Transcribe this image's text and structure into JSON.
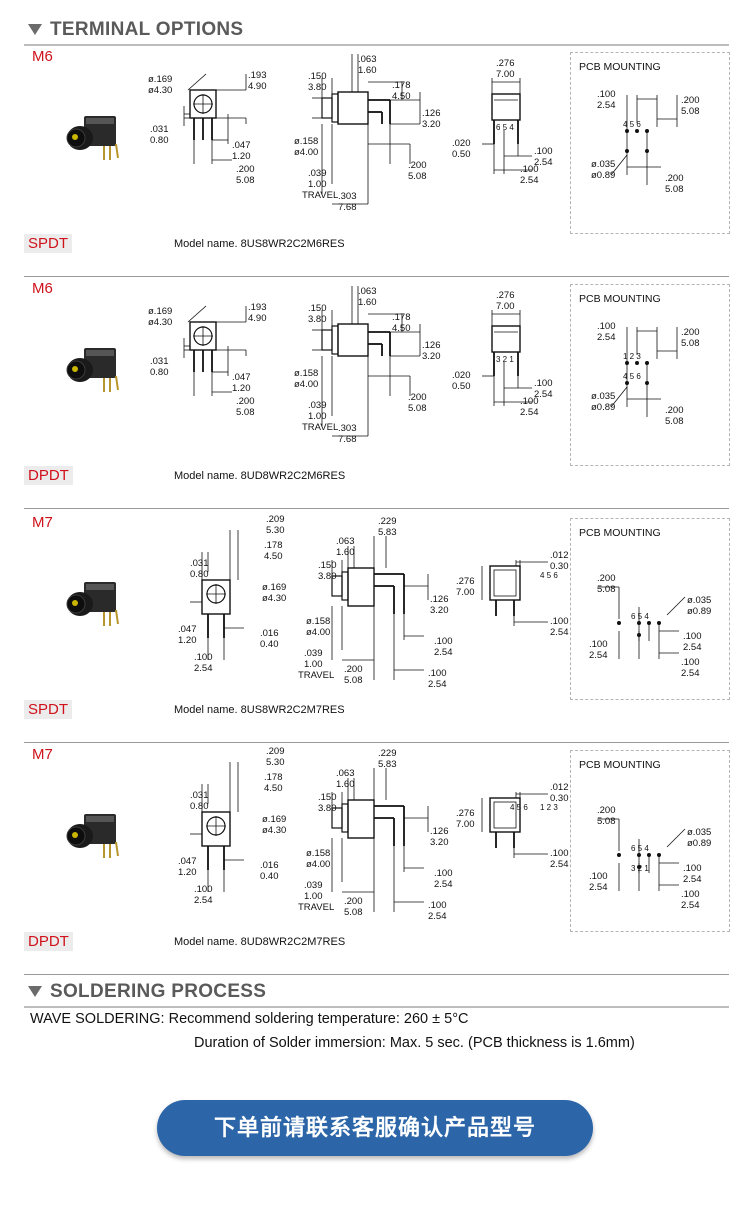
{
  "terminal_section": {
    "title": "TERMINAL OPTIONS"
  },
  "rows": [
    {
      "code": "M6",
      "pole": "SPDT",
      "model": "Model name. 8US8WR2C2M6RES",
      "pcb_title": "PCB MOUNTING",
      "front": {
        "a": ".193",
        "a2": "4.90",
        "b": "ø.169",
        "b2": "ø4.30",
        "c": ".031",
        "c2": "0.80",
        "d": ".047",
        "d2": "1.20",
        "e": ".200",
        "e2": "5.08"
      },
      "side": {
        "a": ".063",
        "a2": "1.60",
        "b": ".150",
        "b2": "3.80",
        "c": ".178",
        "c2": "4.50",
        "d": ".126",
        "d2": "3.20",
        "e": "ø.158",
        "e2": "ø4.00",
        "f": ".039",
        "f2": "1.00",
        "g": "TRAVEL",
        "h": ".303",
        "h2": "7.68",
        "i": ".200",
        "i2": "5.08"
      },
      "end": {
        "a": ".276",
        "a2": "7.00",
        "b": ".020",
        "b2": "0.50",
        "c": ".100",
        "c2": "2.54",
        "d": ".100",
        "d2": "2.54",
        "pins": "6 5 4"
      },
      "pcb": {
        "a": ".100",
        "a2": "2.54",
        "b": ".200",
        "b2": "5.08",
        "c": "ø.035",
        "c2": "ø0.89",
        "d": ".200",
        "d2": "5.08",
        "pins1": "4 5 6",
        "pins2": ""
      }
    },
    {
      "code": "M6",
      "pole": "DPDT",
      "model": "Model name. 8UD8WR2C2M6RES",
      "pcb_title": "PCB MOUNTING",
      "front": {
        "a": ".193",
        "a2": "4.90",
        "b": "ø.169",
        "b2": "ø4.30",
        "c": ".031",
        "c2": "0.80",
        "d": ".047",
        "d2": "1.20",
        "e": ".200",
        "e2": "5.08"
      },
      "side": {
        "a": ".063",
        "a2": "1.60",
        "b": ".150",
        "b2": "3.80",
        "c": ".178",
        "c2": "4.50",
        "d": ".126",
        "d2": "3.20",
        "e": "ø.158",
        "e2": "ø4.00",
        "f": ".039",
        "f2": "1.00",
        "g": "TRAVEL",
        "h": ".303",
        "h2": "7.68",
        "i": ".200",
        "i2": "5.08"
      },
      "end": {
        "a": ".276",
        "a2": "7.00",
        "b": ".020",
        "b2": "0.50",
        "c": ".100",
        "c2": "2.54",
        "d": ".100",
        "d2": "2.54",
        "pins": "3 2 1"
      },
      "pcb": {
        "a": ".100",
        "a2": "2.54",
        "b": ".200",
        "b2": "5.08",
        "c": "ø.035",
        "c2": "ø0.89",
        "d": ".200",
        "d2": "5.08",
        "pins1": "1 2 3",
        "pins2": "4 5 6"
      }
    },
    {
      "code": "M7",
      "pole": "SPDT",
      "model": "Model name. 8US8WR2C2M7RES",
      "pcb_title": "PCB MOUNTING",
      "front": {
        "a": ".209",
        "a2": "5.30",
        "b": ".178",
        "b2": "4.50",
        "c": ".031",
        "c2": "0.80",
        "d": "ø.169",
        "d2": "ø4.30",
        "e": ".047",
        "e2": "1.20",
        "f": ".016",
        "f2": "0.40",
        "g": ".100",
        "g2": "2.54"
      },
      "side": {
        "a": ".229",
        "a2": "5.83",
        "b": ".063",
        "b2": "1.60",
        "c": ".150",
        "c2": "3.80",
        "d": ".126",
        "d2": "3.20",
        "e": "ø.158",
        "e2": "ø4.00",
        "f": ".039",
        "f2": "1.00",
        "g": "TRAVEL",
        "h": ".200",
        "h2": "5.08",
        "i": ".100",
        "i2": "2.54",
        "j": ".100",
        "j2": "2.54"
      },
      "end": {
        "a": ".012",
        "a2": "0.30",
        "b": ".276",
        "b2": "7.00",
        "c": ".100",
        "c2": "2.54",
        "pins": "4 5 6"
      },
      "pcb": {
        "a": ".200",
        "a2": "5.08",
        "b": "ø.035",
        "b2": "ø0.89",
        "c": ".100",
        "c2": "2.54",
        "d": ".100",
        "d2": "2.54",
        "e": ".100",
        "e2": "2.54",
        "pins1": "6 5 4",
        "pins2": ""
      }
    },
    {
      "code": "M7",
      "pole": "DPDT",
      "model": "Model name. 8UD8WR2C2M7RES",
      "pcb_title": "PCB MOUNTING",
      "front": {
        "a": ".209",
        "a2": "5.30",
        "b": ".178",
        "b2": "4.50",
        "c": ".031",
        "c2": "0.80",
        "d": "ø.169",
        "d2": "ø4.30",
        "e": ".047",
        "e2": "1.20",
        "f": ".016",
        "f2": "0.40",
        "g": ".100",
        "g2": "2.54"
      },
      "side": {
        "a": ".229",
        "a2": "5.83",
        "b": ".063",
        "b2": "1.60",
        "c": ".150",
        "c2": "3.80",
        "d": ".126",
        "d2": "3.20",
        "e": "ø.158",
        "e2": "ø4.00",
        "f": ".039",
        "f2": "1.00",
        "g": "TRAVEL",
        "h": ".200",
        "h2": "5.08",
        "i": ".100",
        "i2": "2.54",
        "j": ".100",
        "j2": "2.54"
      },
      "end": {
        "a": ".012",
        "a2": "0.30",
        "b": ".276",
        "b2": "7.00",
        "c": ".100",
        "c2": "2.54",
        "pins": "1 2 3",
        "pins_b": "4 5 6"
      },
      "pcb": {
        "a": ".200",
        "a2": "5.08",
        "b": "ø.035",
        "b2": "ø0.89",
        "c": ".100",
        "c2": "2.54",
        "d": ".100",
        "d2": "2.54",
        "e": ".100",
        "e2": "2.54",
        "pins1": "6 5 4",
        "pins2": "3 2 1"
      }
    }
  ],
  "soldering_section": {
    "title": "SOLDERING PROCESS",
    "label": "WAVE SOLDERING:",
    "line1": " Recommend soldering temperature: 260 ± 5°C",
    "line2": "Duration of Solder immersion: Max. 5 sec. (PCB thickness is 1.6mm)"
  },
  "cta": {
    "label": "下单前请联系客服确认产品型号"
  },
  "colors": {
    "accent_red": "#d0121b",
    "cta_blue": "#2c66a9",
    "heading_gray": "#5a5a5a"
  }
}
